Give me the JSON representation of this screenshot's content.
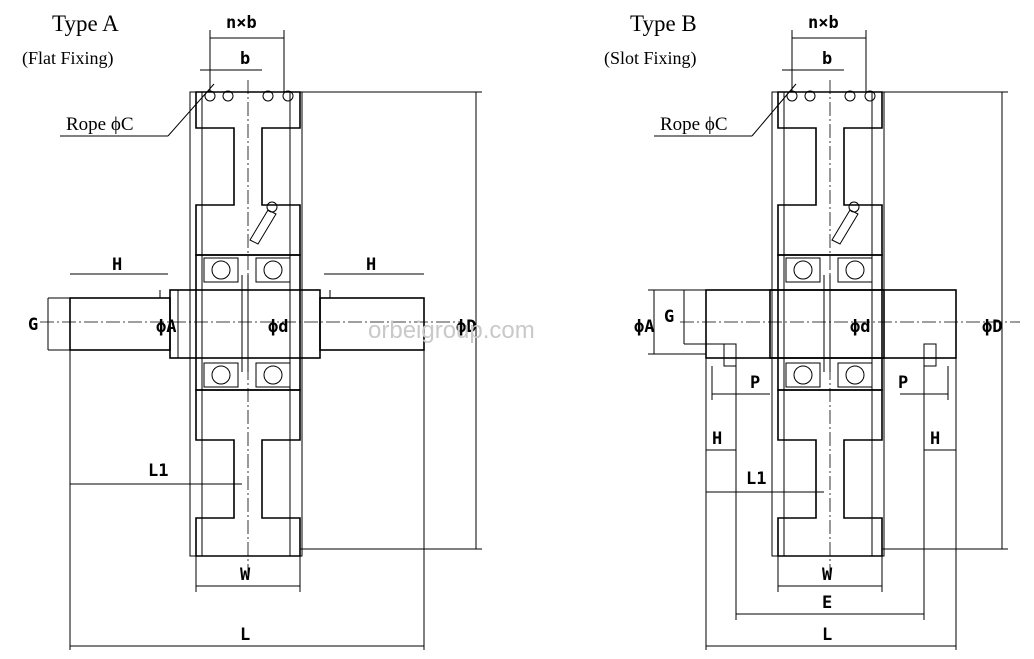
{
  "type_a": {
    "title": "Type A",
    "subtitle": "(Flat Fixing)",
    "rope_label": "Rope ϕC",
    "labels": {
      "nb": "n×b",
      "b": "b",
      "H_left": "H",
      "H_right": "H",
      "G": "G",
      "phiA": "ϕA",
      "phid": "ϕd",
      "phiD": "ϕD",
      "L1": "L1",
      "W": "W",
      "L": "L"
    }
  },
  "type_b": {
    "title": "Type B",
    "subtitle": "(Slot Fixing)",
    "rope_label": "Rope ϕC",
    "labels": {
      "nb": "n×b",
      "b": "b",
      "phiA": "ϕA",
      "G": "G",
      "phid": "ϕd",
      "phiD": "ϕD",
      "P_left": "P",
      "P_right": "P",
      "H_left": "H",
      "H_right": "H",
      "L1": "L1",
      "W": "W",
      "E": "E",
      "L": "L"
    }
  },
  "watermark": "orbeigroup.com"
}
